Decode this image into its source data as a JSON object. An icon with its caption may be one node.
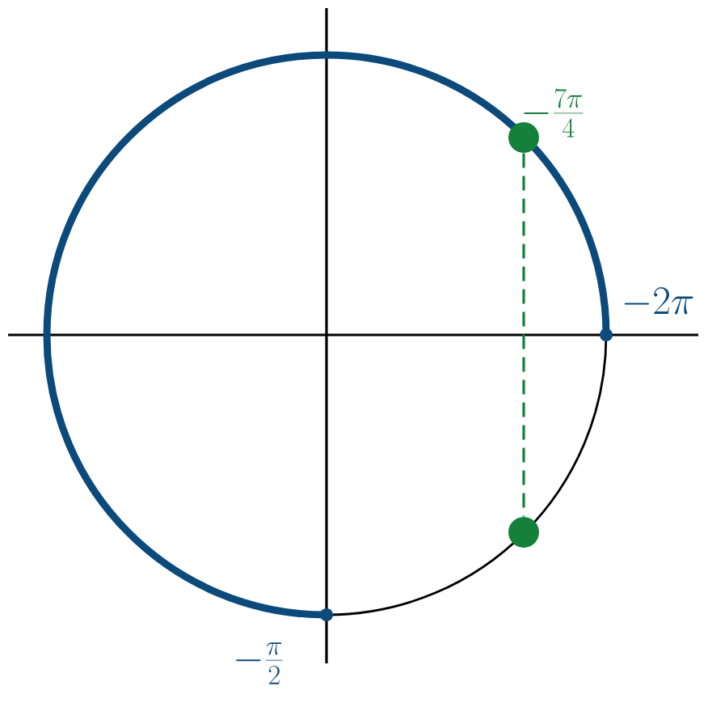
{
  "diagram": {
    "nodes": [
      {
        "text": [],
        "shape": "circle",
        "beside": [
          "-\\frac{7\\pi}{4}"
        ]
      },
      {
        "text": [],
        "shape": "circle"
      },
      {
        "text": [],
        "shape": "circle",
        "beside": [
          "-2\\pi"
        ]
      },
      {
        "text": [],
        "shape": "circle",
        "beside": [
          "-\\frac{\\pi}{2}"
        ]
      }
    ],
    "edges": [
      {
        "from": 0,
        "to": 1,
        "arrow": "none",
        "style": "dashed",
        "color": "#14803a"
      }
    ]
  }
}
